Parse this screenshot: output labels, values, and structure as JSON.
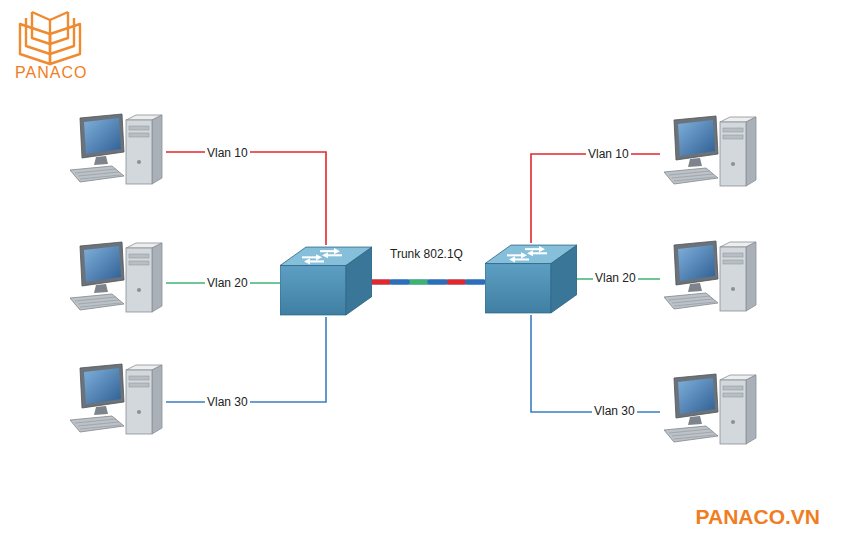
{
  "diagram": {
    "nodes": [
      {
        "text": []
      },
      {
        "text": []
      },
      {
        "text": []
      },
      {
        "text": []
      },
      {
        "text": []
      },
      {
        "text": []
      },
      {
        "text": []
      },
      {
        "text": []
      }
    ],
    "edges": [
      {
        "from": 0,
        "to": 3,
        "arrow": "none",
        "label": "Vlan 10"
      },
      {
        "from": 1,
        "to": 3,
        "arrow": "none",
        "label": "Vlan 20"
      },
      {
        "from": 2,
        "to": 3,
        "arrow": "none",
        "label": "Vlan 30"
      },
      {
        "from": 3,
        "to": 4,
        "arrow": "none",
        "label": "Trunk 802.1Q"
      },
      {
        "from": 4,
        "to": 5,
        "arrow": "none",
        "label": "Vlan 10"
      },
      {
        "from": 4,
        "to": 6,
        "arrow": "none",
        "label": "Vlan 20"
      },
      {
        "from": 4,
        "to": 7,
        "arrow": "none",
        "label": "Vlan 30"
      }
    ],
    "labels": [
      "PANACO",
      "PANACO.VN"
    ]
  }
}
